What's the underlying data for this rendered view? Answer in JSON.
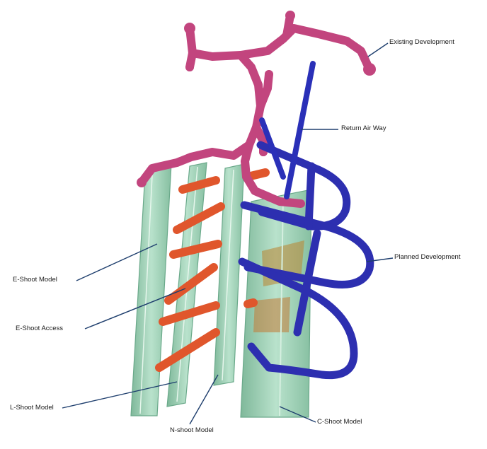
{
  "labels": {
    "existing": "Existing Development",
    "return_air": "Return Air Way",
    "planned": "Planned Development",
    "e_shoot_model": "E-Shoot Model",
    "e_shoot_access": "E-Shoot Access",
    "l_shoot_model": "L-Shoot Model",
    "n_shoot_model": "N-shoot Model",
    "c_shoot_model": "C-Shoot Model"
  },
  "colors": {
    "existing": "#c2457e",
    "return_air": "#2a30b8",
    "planned": "#2d2fb0",
    "shoot_model": "#9fd0b3",
    "shoot_access": "#e0562c",
    "leader_line": "#1f3f6e"
  }
}
